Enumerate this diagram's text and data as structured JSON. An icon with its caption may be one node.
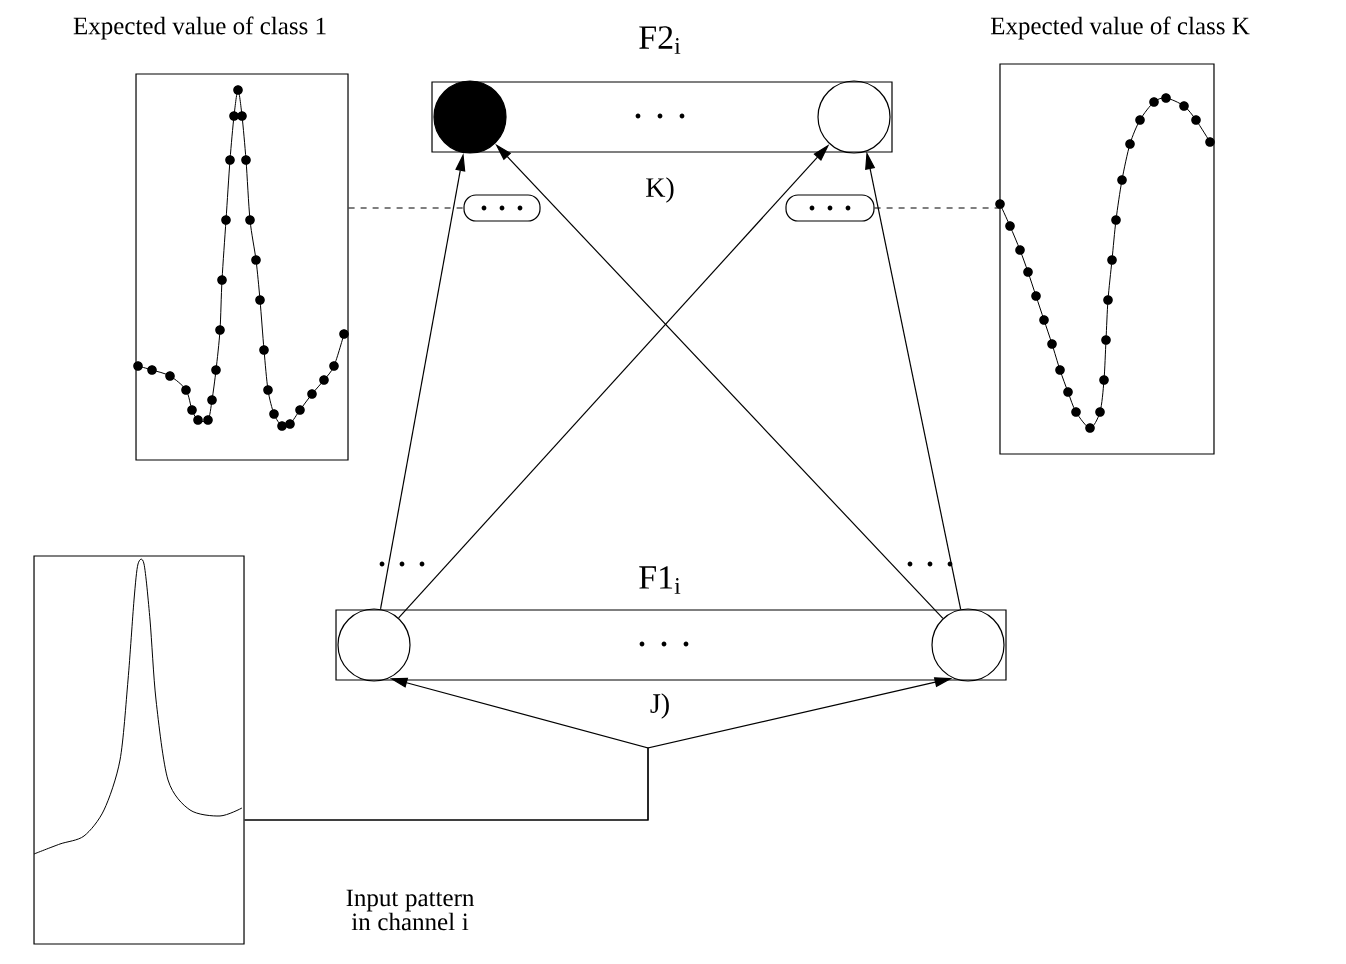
{
  "diagram": {
    "nodes": [
      {
        "text": [
          "F2$_{i}$"
        ]
      },
      {
        "text": [],
        "shape": "circle",
        "in": 0
      },
      {
        "text": [],
        "shape": "circle",
        "in": 0
      },
      {
        "text": [],
        "shape": "box"
      },
      {
        "text": [],
        "shape": "box"
      },
      {
        "text": [
          "Expected value of class 1"
        ]
      },
      {
        "text": [
          "Expected value of class K"
        ]
      },
      {
        "text": [
          "F1$_{i}$"
        ]
      },
      {
        "text": [],
        "shape": "circle",
        "in": 7
      },
      {
        "text": [],
        "shape": "circle",
        "in": 7
      },
      {
        "text": [],
        "shape": "picture"
      }
    ],
    "edges": [
      {
        "from": 8,
        "to": 1,
        "arrow": "to"
      },
      {
        "from": 8,
        "to": 2,
        "arrow": "to"
      },
      {
        "from": 9,
        "to": 1,
        "arrow": "to"
      },
      {
        "from": 9,
        "to": 2,
        "arrow": "to"
      },
      {
        "from": 10,
        "to": 8,
        "arrow": "to"
      },
      {
        "from": 10,
        "to": 9,
        "arrow": "to"
      },
      {
        "from": 5,
        "to": 3,
        "arrow": "none",
        "style": "dashed"
      },
      {
        "from": 4,
        "to": 6,
        "arrow": "none",
        "style": "dashed"
      }
    ],
    "labels": [
      "K)",
      "J)",
      "Input pattern in channel i"
    ]
  }
}
